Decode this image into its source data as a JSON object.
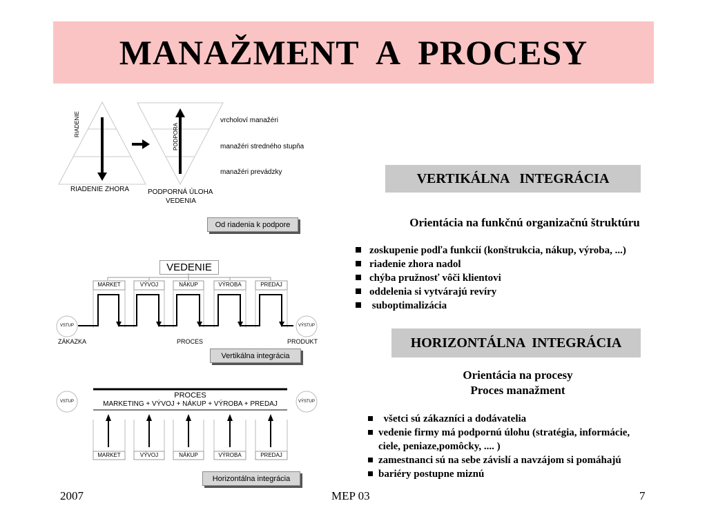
{
  "title": "MANAŽMENT  A  PROCESY",
  "diagram1": {
    "label_riadenie": "RIADENIE",
    "label_podpora": "PODPORA",
    "levels": [
      "vrcholoví manažéri",
      "manažéri stredného stupňa",
      "manažéri prevádzky"
    ],
    "caption_left": "RIADENIE ZHORA",
    "caption_right_1": "PODPORNÁ ÚLOHA",
    "caption_right_2": "VEDENIA",
    "button": "Od riadenia k podpore"
  },
  "diagram2": {
    "head": "VEDENIE",
    "departments": [
      "MARKET",
      "VÝVOJ",
      "NÁKUP",
      "VÝROBA",
      "PREDAJ"
    ],
    "left_circle": "VSTUP",
    "right_circle": "VÝSTUP",
    "bottom_left": "ZÁKAZKA",
    "bottom_mid": "PROCES",
    "bottom_right": "PRODUKT",
    "button": "Vertikálna integrácia"
  },
  "diagram3": {
    "proc_title": "PROCES",
    "proc_formula": "MARKETING + VÝVOJ + NÁKUP + VÝROBA + PREDAJ",
    "departments": [
      "MARKET",
      "VÝVOJ",
      "NÁKUP",
      "VÝROBA",
      "PREDAJ"
    ],
    "left_circle": "VSTUP",
    "right_circle": "VÝSTUP",
    "button": "Horizontálna integrácia"
  },
  "vertical": {
    "heading": "VERTIKÁLNA   INTEGRÁCIA",
    "subtitle": "Orientácia na funkčnú organizačnú štruktúru",
    "bullets": [
      "zoskupenie podľa funkcií (konštrukcia, nákup, výroba, ...)",
      "riadenie zhora nadol",
      "chýba pružnosť vôči klientovi",
      "oddelenia si vytvárajú revíry",
      " suboptimalizácia"
    ]
  },
  "horizontal": {
    "heading": "HORIZONTÁLNA  INTEGRÁCIA",
    "subtitle_1": "Orientácia na procesy",
    "subtitle_2": "Proces manažment",
    "bullets": [
      "  všetci sú zákazníci a dodávatelia",
      "vedenie firmy má podpornú úlohu (stratégia, informácie,",
      "zamestnanci sú na sebe závislí a navzájom si pomáhajú",
      "bariéry postupne miznú"
    ],
    "bullet_continuation": "ciele, peniaze,pomôcky, .... )"
  },
  "footer": {
    "year": "2007",
    "center": "MEP 03",
    "page": "7"
  }
}
